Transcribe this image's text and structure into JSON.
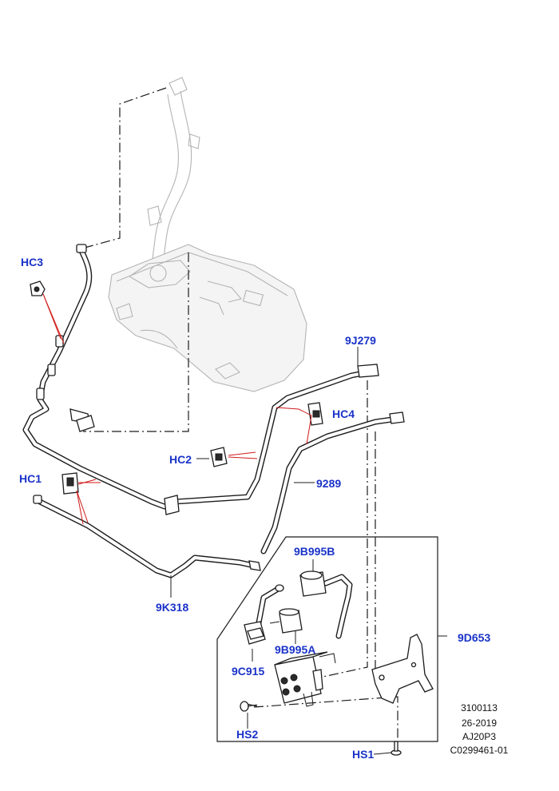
{
  "callouts": {
    "hc3": "HC3",
    "hc4": "HC4",
    "hc2": "HC2",
    "hc1": "HC1",
    "p9j279": "9J279",
    "p9289": "9289",
    "p9k318": "9K318",
    "p9b995b": "9B995B",
    "p9b995a": "9B995A",
    "p9c915": "9C915",
    "p9d653": "9D653",
    "hs2": "HS2",
    "hs1": "HS1"
  },
  "reference": {
    "line1": "3100113",
    "line2": "26-2019",
    "line3": "AJ20P3",
    "line4": "C0299461-01"
  },
  "colors": {
    "callout_text": "#1a33c8",
    "leader_red": "#d11a1a",
    "line_dark": "#1c1c1c",
    "ghost_gray": "#b4b4b4"
  }
}
